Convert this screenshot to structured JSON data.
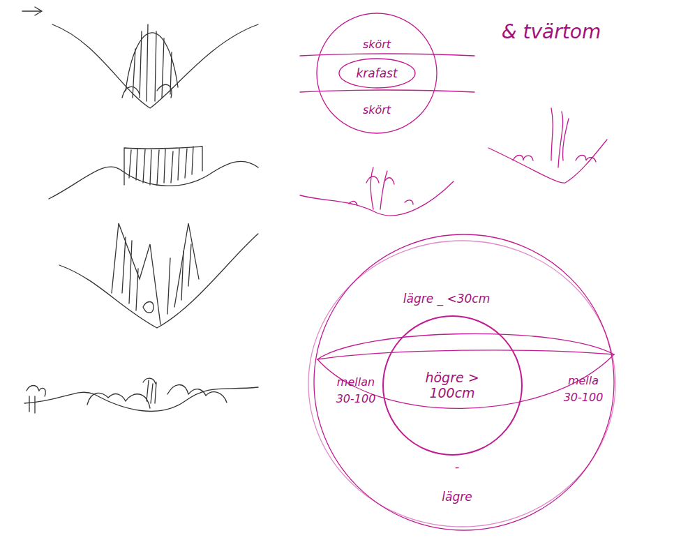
{
  "diagram": {
    "nodes": [
      {
        "text": [
          "krafast"
        ]
      },
      {
        "text": [
          "högre > 100cm"
        ]
      }
    ],
    "labels": [
      "skört",
      "skört",
      "& tvärtom",
      "lägre _ <30cm",
      "mellan 30-100",
      "mella 30-100",
      "-",
      "lägre"
    ]
  }
}
